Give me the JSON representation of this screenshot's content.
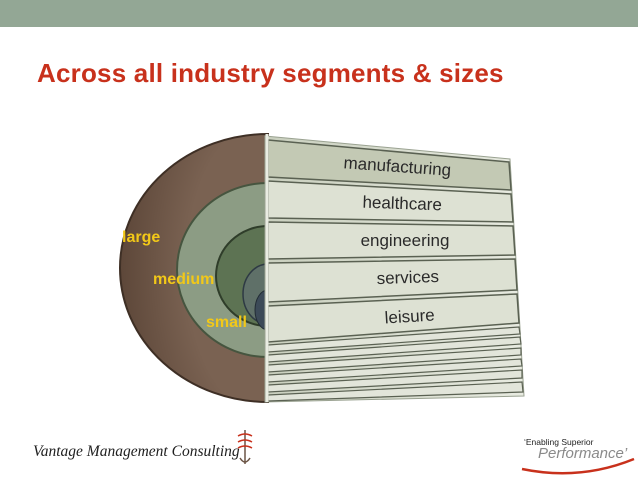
{
  "header": {
    "bar_color": "#93a795"
  },
  "title": "Across all industry segments & sizes",
  "segments": [
    {
      "label": "large",
      "color": "#6b5445"
    },
    {
      "label": "medium",
      "color": "#8c9c84"
    },
    {
      "label": "small",
      "color": "#5d7353"
    }
  ],
  "inner_core_color": "#3c4a58",
  "industries": [
    "manufacturing",
    "healthcare",
    "engineering",
    "services",
    "leisure"
  ],
  "blank_strips": 6,
  "panel_color": "#d7dccd",
  "footer": {
    "company": "Vantage Management Consulting",
    "tagline_top": "‘Enabling Superior",
    "tagline_bottom": "Performance’"
  },
  "colors": {
    "title": "#c8311c",
    "segment_label": "#f2c818"
  }
}
